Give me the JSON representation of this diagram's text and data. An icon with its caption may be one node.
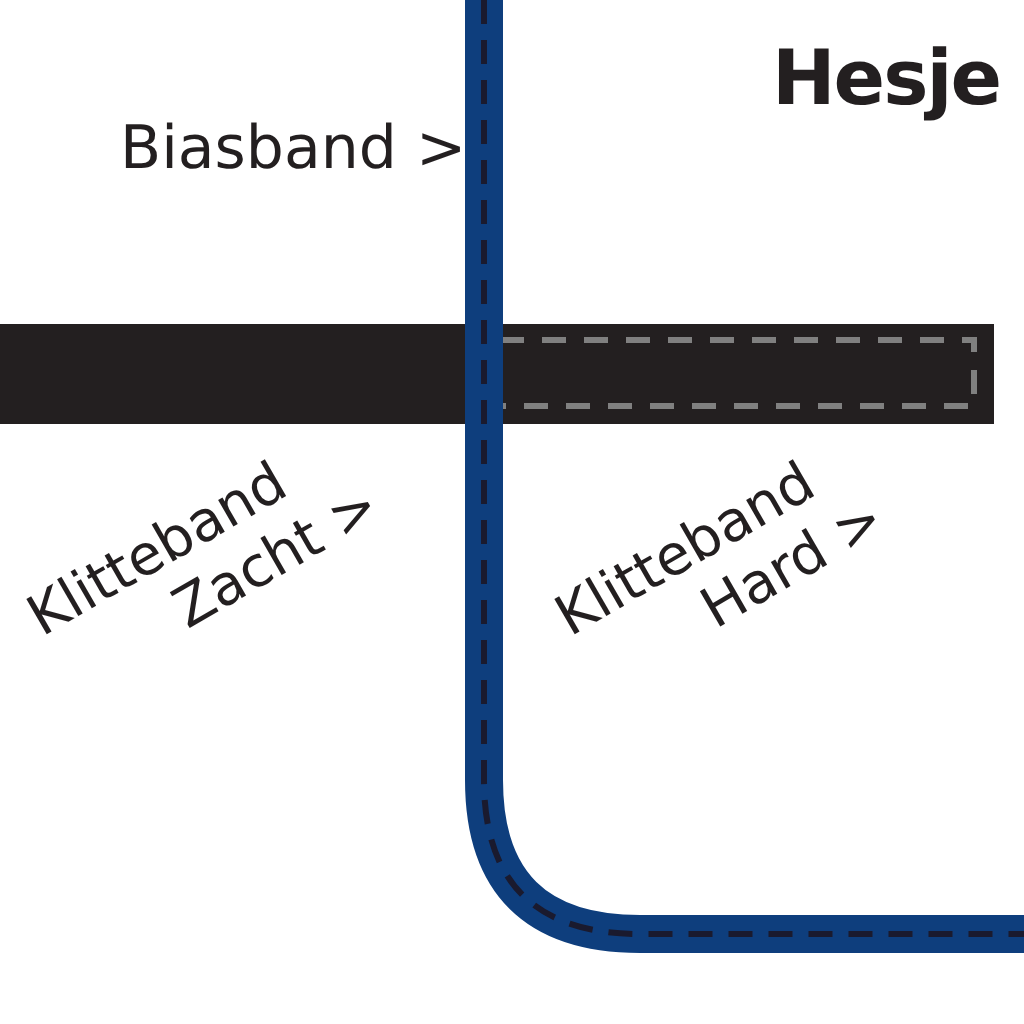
{
  "diagram": {
    "title": "Hesje",
    "labels": [
      "Biasband >",
      "Klitteband Zacht >",
      "Klitteband Hard >"
    ]
  }
}
